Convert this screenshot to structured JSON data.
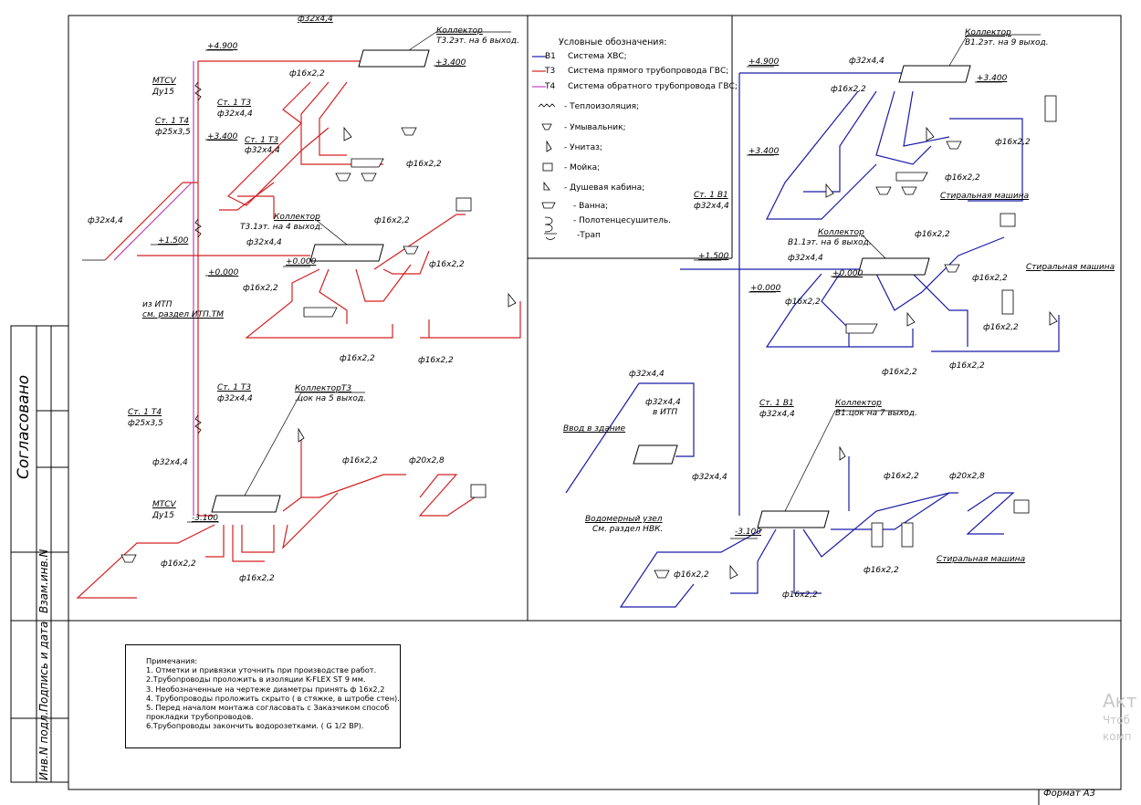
{
  "legend": {
    "title": "Условные обозначения:",
    "systems": [
      {
        "code": "В1",
        "label": "Система  ХВС;",
        "color": "#1a1aa8"
      },
      {
        "code": "Т3",
        "label": "Система  прямого трубопровода ГВС;",
        "color": "#d42020"
      },
      {
        "code": "Т4",
        "label": "Система  обратного трубопровода ГВС;",
        "color": "#c040c0"
      }
    ],
    "symbols": [
      {
        "icon": "insulation-icon",
        "label": "- Теплоизоляция;"
      },
      {
        "icon": "washbasin-icon",
        "label": "- Умывальник;"
      },
      {
        "icon": "toilet-icon",
        "label": "- Унитаз;"
      },
      {
        "icon": "sink-icon",
        "label": "- Мойка;"
      },
      {
        "icon": "shower-icon",
        "label": "- Душевая кабина;"
      },
      {
        "icon": "bathtub-icon",
        "label": "- Ванна;"
      },
      {
        "icon": "towel-dryer-icon",
        "label": "- Полотенцесушитель."
      },
      {
        "icon": "drain-icon",
        "label": "-Трап"
      }
    ]
  },
  "left_scheme": {
    "collector_top": "Коллектор",
    "collector_top_sub": "Т3.2эт. на 6 выход.",
    "pipe_top": "ф32х4,4",
    "level_4900": "+4.900",
    "level_3400_a": "+3.400",
    "level_3400_b": "+3.400",
    "level_1500": "+1.500",
    "level_0000_a": "+0.000",
    "level_0000_b": "+0.000",
    "level_m3100": "-3.100",
    "mtcv_top": "MTCV",
    "du_top": "Ду15",
    "st1_t4_top": "Ст. 1 Т4",
    "st1_t4_top_d": "ф25х3,5",
    "st1_t3_a": "Ст. 1 Т3",
    "st1_t3_a_d": "ф32х4,4",
    "st1_t3_b": "Ст. 1 Т3",
    "st1_t3_b_d": "ф32х4,4",
    "d16_a": "ф16х2,2",
    "d16_b": "ф16х2,2",
    "d16_c": "ф16х2,2",
    "d16_d": "ф16х2,2",
    "d16_e": "ф16х2,2",
    "d16_f": "ф16х2,2",
    "d16_g": "ф16х2,2",
    "d32_left": "ф32х4,4",
    "collector_mid": "Коллектор",
    "collector_mid_sub": "Т3.1эт. на 4 выход.",
    "d32_mid": "ф32х4,4",
    "from_itp": "из ИТП",
    "from_itp_ref": "см. раздел ИТП.ТМ",
    "st1_t3_c": "Ст. 1 Т3",
    "st1_t3_c_d": "ф32х4,4",
    "st1_t4_c": "Ст. 1 Т4",
    "st1_t4_c_d": "ф25х3,5",
    "collector_bot": "КоллекторТ3",
    "collector_bot_sub": ".цок на 5 выход.",
    "d16_h": "ф16х2,2",
    "d20_left": "ф20х2,8",
    "d32_bot": "ф32х4,4",
    "mtcv_bot": "MTCV",
    "du_bot": "Ду15",
    "d16_i": "ф16х2,2",
    "d16_j": "ф16х2,2"
  },
  "right_scheme": {
    "collector_top": "Коллектор",
    "collector_top_sub": "В1.2эт. на 9 выход.",
    "level_4900": "+4.900",
    "d32_top": "ф32х4,4",
    "d16_top": "ф16х2,2",
    "level_3400_a": "+3.400",
    "level_3400_b": "+3.400",
    "d16_b": "ф16х2,2",
    "d16_c": "ф16х2,2",
    "d16_d": "ф16х2,2",
    "washer_a": "Стиральная машина",
    "st1_b1": "Ст. 1 В1",
    "st1_b1_d": "ф32х4,4",
    "collector_mid": "Коллектор",
    "collector_mid_sub": "В1.1эт. на 6 выход.",
    "level_1500": "+1.500",
    "d32_mid": "ф32х4,4",
    "d16_e": "ф16х2,2",
    "washer_b": "Стиральная машина",
    "level_0000_a": "+0.000",
    "level_0000_b": "+0.000",
    "d16_f": "ф16х2,2",
    "d16_g": "ф16х2,2",
    "d16_h": "ф16х2,2",
    "d16_i": "ф16х2,2",
    "d16_j": "ф16х2,2",
    "d32_a": "ф32х4,4",
    "d32_itp": "ф32х4,4",
    "to_itp": "в ИТП",
    "st1_b1_b": "Ст. 1 В1",
    "st1_b1_b_d": "ф32х4,4",
    "collector_bot": "Коллектор",
    "collector_bot_sub": "В1.цок на 7 выход.",
    "entry": "Ввод в здание",
    "meter": "Водомерный узел",
    "meter_ref": "См. раздел НВК.",
    "d32_c": "ф32х4,4",
    "d16_k": "ф16х2,2",
    "d20": "ф20х2,8",
    "level_m3100": "-3.100",
    "washer_c": "Стиральная машина",
    "d16_l": "ф16х2,2",
    "d16_m": "ф16х2,2",
    "d16_n": "ф16х2,2"
  },
  "notes": {
    "title": "Примечания:",
    "items": [
      "1. Отметки и привязки уточнить при производстве работ.",
      "2.Трубопроводы проложить в изоляции K-FLEX ST 9 мм.",
      "3. Необозначенные на чертеже диаметры принять ф 16х2,2",
      "4. Трубопроводы проложить скрыто ( в стяжке, в штробе стен).",
      "5. Перед началом монтажа согласовать с Заказчиком способ",
      "прокладки трубопроводов.",
      "6.Трубопроводы закончить водорозетками. ( G 1/2 ВР)."
    ]
  },
  "stamp": {
    "agreed": "Согласовано",
    "replace_inv": "Взам.инв.N",
    "sign_date": "Подпись и дата",
    "inv_orig": "Инв.N подл."
  },
  "format": "Формат  А3",
  "watermark": {
    "line1": "Акт",
    "line2": "Чтоб",
    "line3": "комп"
  },
  "colors": {
    "cold": "#1a1aa8",
    "hot": "#d42020",
    "return": "#c040c0",
    "line": "#000000"
  }
}
